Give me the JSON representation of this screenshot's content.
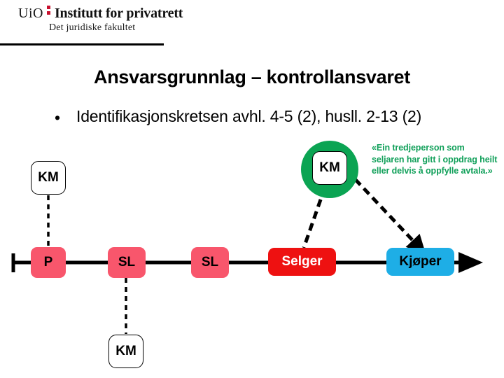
{
  "logo": {
    "university": "UiO",
    "separator_icon": "colon-dots-icon",
    "institute": "Institutt for privatrett",
    "faculty": "Det juridiske fakultet",
    "accent_color": "#c8102e"
  },
  "slide": {
    "title": "Ansvarsgrunnlag – kontrollansvaret",
    "bullet_marker": "•",
    "bullet_text": "Identifikasjonskretsen avhl. 4-5 (2), husll. 2-13 (2)"
  },
  "diagram": {
    "timeline_nodes": [
      {
        "id": "p",
        "label": "P",
        "color": "#f8566c",
        "text_color": "#000000"
      },
      {
        "id": "sl1",
        "label": "SL",
        "color": "#f8566c",
        "text_color": "#000000"
      },
      {
        "id": "sl2",
        "label": "SL",
        "color": "#f8566c",
        "text_color": "#000000"
      },
      {
        "id": "selger",
        "label": "Selger",
        "color": "#ee1111",
        "text_color": "#ffffff"
      },
      {
        "id": "kjoper",
        "label": "Kjøper",
        "color": "#1eaee6",
        "text_color": "#000000"
      }
    ],
    "km_nodes": [
      {
        "id": "km-left",
        "label": "KM"
      },
      {
        "id": "km-bottom",
        "label": "KM"
      },
      {
        "id": "km-green",
        "label": "KM"
      }
    ],
    "highlight": {
      "shape_icon": "green-circle-highlight",
      "color": "#0ba453"
    },
    "quote": "«Ein tredjeperson som seljaren har gitt i oppdrag heilt eller delvis å oppfylle avtala.»",
    "quote_color": "#11a05a"
  }
}
